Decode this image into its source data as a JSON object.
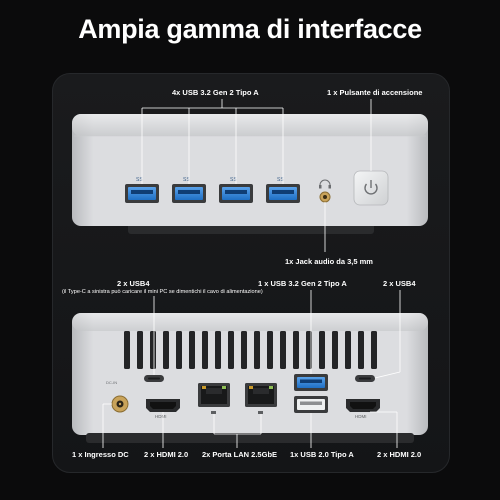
{
  "headline": "Ampia gamma di interfacce",
  "front": {
    "usb_label": "4x USB 3.2 Gen 2 Tipo A",
    "power_label": "1 x Pulsante di accensione",
    "audio_label": "1x Jack audio da 3,5 mm",
    "usb_port_tag": "SS"
  },
  "rear": {
    "usb4_left_label": "2 x USB4",
    "usb4_left_note": "(il Type-C a sinistra può caricare il mini PC se dimentichi il cavo di alimentazione)",
    "usb32_label": "1 x USB 3.2 Gen 2 Tipo A",
    "usb4_right_label": "2 x USB4",
    "dc_label": "1 x Ingresso DC",
    "hdmi_left_label": "2 x HDMI 2.0",
    "lan_label": "2x Porta LAN 2.5GbE",
    "usb20_label": "1x USB 2.0 Tipo A",
    "hdmi_right_label": "2 x HDMI 2.0",
    "hdmi_port_text": "HDMI",
    "dc_port_text": "DC-IN"
  },
  "colors": {
    "background": "#0b0b0c",
    "panel": "#17181a",
    "chassis": "#d6d7d9",
    "usb3_blue": "#2b7fd6",
    "callout_line": "#ffffff"
  }
}
